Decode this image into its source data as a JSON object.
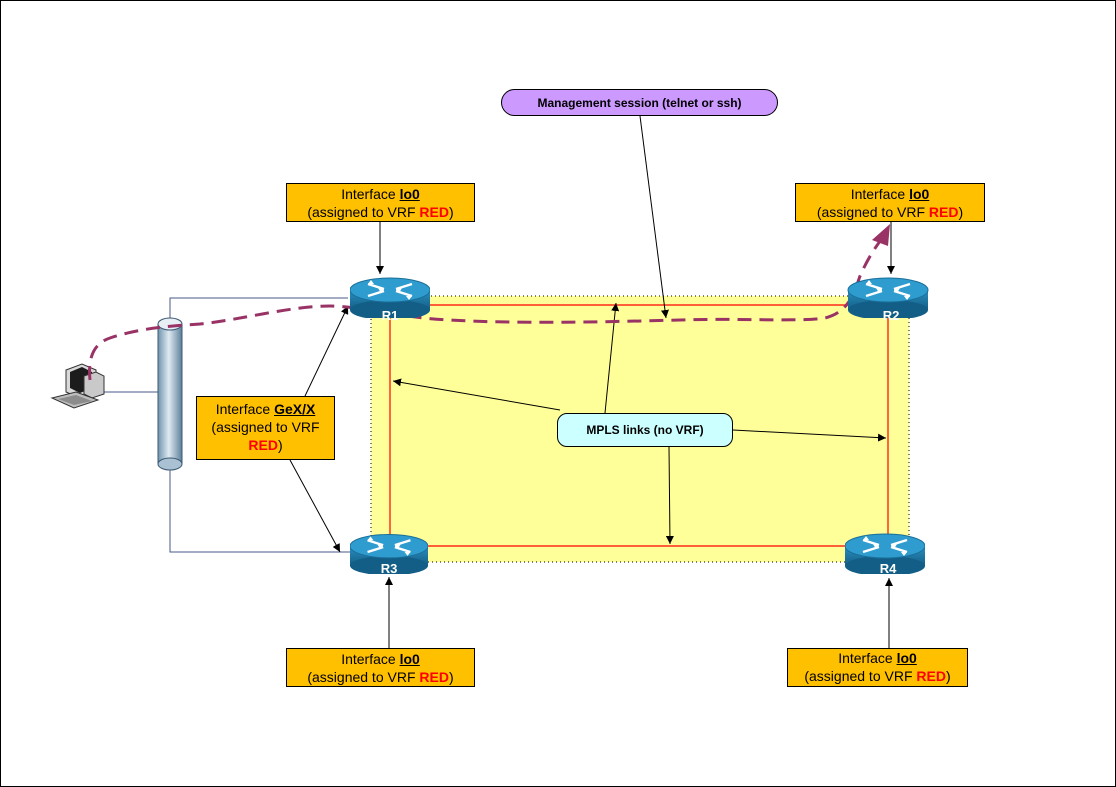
{
  "management_label": "Management session (telnet or ssh)",
  "mpls_label": "MPLS links (no VRF)",
  "routers": [
    {
      "name": "R1"
    },
    {
      "name": "R2"
    },
    {
      "name": "R3"
    },
    {
      "name": "R4"
    }
  ],
  "loopback_callout": {
    "prefix": "Interface ",
    "interface": "lo0",
    "line2_prefix": "(assigned to VRF ",
    "vrf": "RED",
    "line2_suffix": ")"
  },
  "gex_callout": {
    "prefix": "Interface ",
    "interface": "GeX/X",
    "line2": "(assigned to VRF",
    "vrf": "RED",
    "suffix": ")"
  },
  "colors": {
    "callout_fill": "#ffc000",
    "mpls_area": "#ffff99",
    "link_red": "#ff0000",
    "session_path": "#993366",
    "router_body": "#1e7aa6",
    "mgmt_fill": "#cc99ff",
    "mpls_fill": "#ccffff"
  }
}
